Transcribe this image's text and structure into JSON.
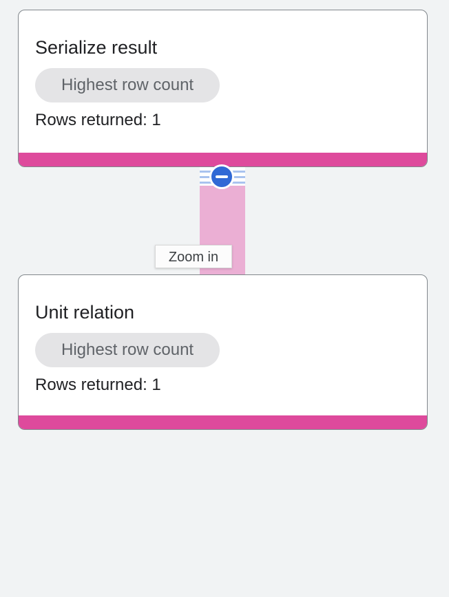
{
  "app": {
    "view": "query-plan-graph"
  },
  "colors": {
    "background": "#f1f3f4",
    "card_background": "#ffffff",
    "card_border": "#80868b",
    "accent_pink": "#de4a9c",
    "connector_pink": "#ebafd4",
    "badge_background": "#e4e4e6",
    "badge_text": "#5f6368",
    "title_text": "#202124",
    "collapse_button_blue": "#3169d5",
    "stripe_blue": "#a9c3ef",
    "tooltip_background": "#fcfcfc",
    "tooltip_text": "#3c4043"
  },
  "nodes": [
    {
      "title": "Serialize result",
      "badge": "Highest row count",
      "rows_label": "Rows returned: 1"
    },
    {
      "title": "Unit relation",
      "badge": "Highest row count",
      "rows_label": "Rows returned: 1"
    }
  ],
  "edge": {
    "collapse_icon": "minus-in-circle"
  },
  "tooltip": {
    "label": "Zoom in"
  }
}
